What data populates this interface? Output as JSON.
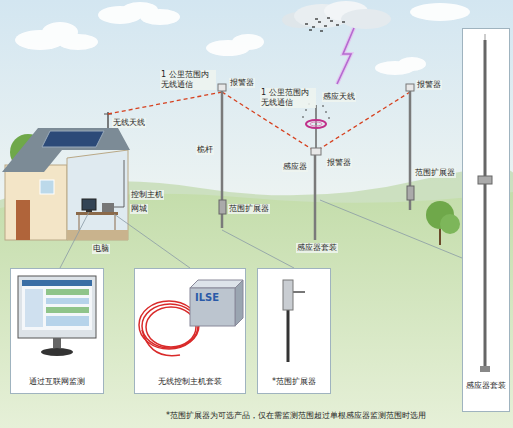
{
  "diagram": {
    "caption": "*范围扩展器为可选产品，仅在需监测范围超过单根感应器监测范围时选用",
    "nodes": [
      {
        "text": [
          "通过互联网监测"
        ]
      },
      {
        "text": [
          "无线控制主机套装"
        ]
      },
      {
        "text": [
          "*范围扩展器"
        ]
      },
      {
        "text": [
          "感应器套装"
        ]
      }
    ],
    "labels": [
      "1 公里范围内 无线通信",
      "无线天线",
      "报警器",
      "桅杆",
      "感应天线",
      "1 公里范围内 无线通信",
      "报警器",
      "报警器",
      "感应器",
      "范围扩展器",
      "范围扩展器",
      "控制主机",
      "网城",
      "感应器套装",
      "电脑",
      "ILSE"
    ]
  }
}
